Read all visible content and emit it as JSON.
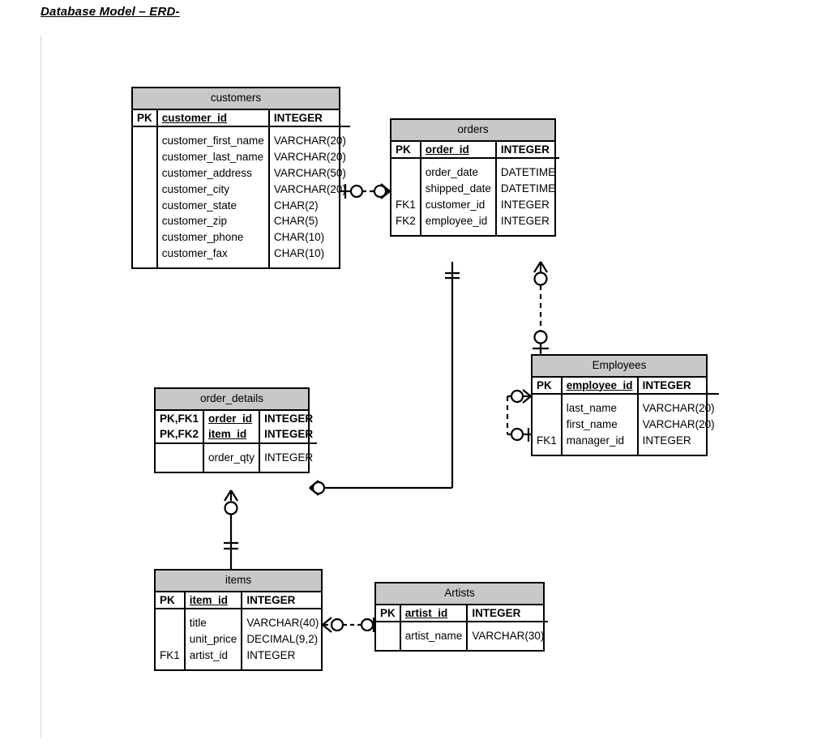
{
  "document": {
    "title": "Database Model – ERD-"
  },
  "diagram": {
    "type": "erd",
    "notation": "crows-foot-ie",
    "header_fill": "#c8c8c8",
    "line_color": "#000000",
    "entities": [
      {
        "id": "customers",
        "name": "customers",
        "keys": [
          {
            "key": "PK",
            "name": "customer_id",
            "type": "INTEGER"
          }
        ],
        "attributes": [
          {
            "key": "",
            "name": "customer_first_name",
            "type": "VARCHAR(20)"
          },
          {
            "key": "",
            "name": "customer_last_name",
            "type": "VARCHAR(20)"
          },
          {
            "key": "",
            "name": "customer_address",
            "type": "VARCHAR(50)"
          },
          {
            "key": "",
            "name": "customer_city",
            "type": "VARCHAR(20)"
          },
          {
            "key": "",
            "name": "customer_state",
            "type": "CHAR(2)"
          },
          {
            "key": "",
            "name": "customer_zip",
            "type": "CHAR(5)"
          },
          {
            "key": "",
            "name": "customer_phone",
            "type": "CHAR(10)"
          },
          {
            "key": "",
            "name": "customer_fax",
            "type": "CHAR(10)"
          }
        ]
      },
      {
        "id": "orders",
        "name": "orders",
        "keys": [
          {
            "key": "PK",
            "name": "order_id",
            "type": "INTEGER"
          }
        ],
        "attributes": [
          {
            "key": "",
            "name": "order_date",
            "type": "DATETIME"
          },
          {
            "key": "",
            "name": "shipped_date",
            "type": "DATETIME"
          },
          {
            "key": "FK1",
            "name": "customer_id",
            "type": "INTEGER"
          },
          {
            "key": "FK2",
            "name": "employee_id",
            "type": "INTEGER"
          }
        ]
      },
      {
        "id": "employees",
        "name": "Employees",
        "keys": [
          {
            "key": "PK",
            "name": "employee_id",
            "type": "INTEGER"
          }
        ],
        "attributes": [
          {
            "key": "",
            "name": "last_name",
            "type": "VARCHAR(20)"
          },
          {
            "key": "",
            "name": "first_name",
            "type": "VARCHAR(20)"
          },
          {
            "key": "FK1",
            "name": "manager_id",
            "type": "INTEGER"
          }
        ]
      },
      {
        "id": "order_details",
        "name": "order_details",
        "keys": [
          {
            "key": "PK,FK1",
            "name": "order_id",
            "type": "INTEGER"
          },
          {
            "key": "PK,FK2",
            "name": "item_id",
            "type": "INTEGER"
          }
        ],
        "attributes": [
          {
            "key": "",
            "name": "order_qty",
            "type": "INTEGER"
          }
        ]
      },
      {
        "id": "items",
        "name": "items",
        "keys": [
          {
            "key": "PK",
            "name": "item_id",
            "type": "INTEGER"
          }
        ],
        "attributes": [
          {
            "key": "",
            "name": "title",
            "type": "VARCHAR(40)"
          },
          {
            "key": "",
            "name": "unit_price",
            "type": "DECIMAL(9,2)"
          },
          {
            "key": "FK1",
            "name": "artist_id",
            "type": "INTEGER"
          }
        ]
      },
      {
        "id": "artists",
        "name": "Artists",
        "keys": [
          {
            "key": "PK",
            "name": "artist_id",
            "type": "INTEGER"
          }
        ],
        "attributes": [
          {
            "key": "",
            "name": "artist_name",
            "type": "VARCHAR(30)"
          }
        ]
      }
    ],
    "relationships": [
      {
        "id": "customers-orders",
        "from": "customers",
        "to": "orders",
        "style": "dashed",
        "from_card": "one-and-only-one",
        "to_card": "zero-or-many"
      },
      {
        "id": "orders-employees",
        "from": "orders",
        "to": "employees",
        "style": "dashed",
        "from_card": "zero-or-many",
        "to_card": "one-and-only-one"
      },
      {
        "id": "employees-self-manager",
        "from": "employees",
        "to": "employees",
        "style": "dashed",
        "from_card": "zero-or-many",
        "to_card": "one-and-only-one"
      },
      {
        "id": "orders-order-details",
        "from": "orders",
        "to": "order_details",
        "style": "solid",
        "from_card": "one-or-many-bar",
        "to_card": "zero-or-many"
      },
      {
        "id": "items-order-details",
        "from": "items",
        "to": "order_details",
        "style": "solid",
        "from_card": "one-or-many-bar",
        "to_card": "zero-or-many"
      },
      {
        "id": "items-artists",
        "from": "items",
        "to": "artists",
        "style": "dashed",
        "from_card": "zero-or-many",
        "to_card": "one-and-only-one"
      }
    ]
  }
}
